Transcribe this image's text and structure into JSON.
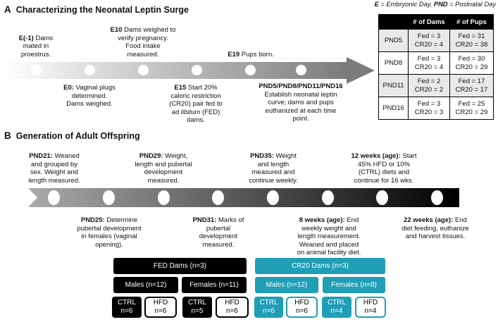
{
  "colors": {
    "teal": "#1F9EB5",
    "bar_a_start": "#FEFEFE",
    "bar_a_end": "#7B7B7B",
    "bar_b_start": "#ABABAB",
    "bar_b_end": "#000000"
  },
  "note": {
    "segments": [
      {
        "t": "E",
        "s": "bi"
      },
      {
        "t": " = Embryonic Day, ",
        "s": "i"
      },
      {
        "t": "PND",
        "s": "bi"
      },
      {
        "t": " = Postnatal Day",
        "s": "i"
      }
    ]
  },
  "panelA": {
    "letter": "A",
    "title": "Characterizing the Neonatal Leptin Surge",
    "above": [
      {
        "segments": [
          {
            "t": "E(-1)",
            "s": "b"
          },
          {
            "t": " Dams\nmated in\nproestrus.",
            "s": "n"
          }
        ]
      },
      {
        "segments": [
          {
            "t": "E10",
            "s": "b"
          },
          {
            "t": " Dams weighed to\nverify pregnancy.\nFood intake\nmeasured.",
            "s": "n"
          }
        ]
      },
      {
        "segments": [
          {
            "t": "E19",
            "s": "b"
          },
          {
            "t": " Pups born.",
            "s": "n"
          }
        ]
      }
    ],
    "below": [
      {
        "segments": [
          {
            "t": "E0:",
            "s": "b"
          },
          {
            "t": " Vaginal plugs\ndetermined.\nDams weighed.",
            "s": "n"
          }
        ]
      },
      {
        "segments": [
          {
            "t": "E15",
            "s": "b"
          },
          {
            "t": " Start 20%\ncaloric restriction\n(CR20) pair fed to\n",
            "s": "n"
          },
          {
            "t": "ad libitum",
            "s": "i"
          },
          {
            "t": " (FED)\ndams.",
            "s": "n"
          }
        ]
      },
      {
        "segments": [
          {
            "t": "PND5/PND8/PND11/PND16",
            "s": "b"
          },
          {
            "t": "\nEstablish neonatal leptin\ncurve; dams and pups\neuthanized at each time\npoint.",
            "s": "n"
          }
        ]
      }
    ]
  },
  "panelB": {
    "letter": "B",
    "title": "Generation of Adult Offspring",
    "above": [
      {
        "segments": [
          {
            "t": "PND21:",
            "s": "b"
          },
          {
            "t": " Weaned\nand grouped by\nsex. Weight and\nlength measured.",
            "s": "n"
          }
        ]
      },
      {
        "segments": [
          {
            "t": "PND29:",
            "s": "b"
          },
          {
            "t": " Weight,\nlength and pubertal\ndevelopment\nmeasured.",
            "s": "n"
          }
        ]
      },
      {
        "segments": [
          {
            "t": "PND35:",
            "s": "b"
          },
          {
            "t": " Weight\nand length\nmeasured and\ncontinue weekly.",
            "s": "n"
          }
        ]
      },
      {
        "segments": [
          {
            "t": "12 weeks (age):",
            "s": "b"
          },
          {
            "t": " Start\n45% HFD or 10%\n(CTRL) diets and\ncontinue for 16 wks.",
            "s": "n"
          }
        ]
      }
    ],
    "below": [
      {
        "segments": [
          {
            "t": "PND25:",
            "s": "b"
          },
          {
            "t": " Determine\npubertal development\nin females (vaginal\nopening).",
            "s": "n"
          }
        ]
      },
      {
        "segments": [
          {
            "t": "PND31:",
            "s": "b"
          },
          {
            "t": " Marks of\npubertal\ndevelopment\nmeasured.",
            "s": "n"
          }
        ]
      },
      {
        "segments": [
          {
            "t": "8 weeks (age):",
            "s": "b"
          },
          {
            "t": " End\nweekly weight and\nlength measurement.\nWeaned and placed\non animal facility diet.",
            "s": "n"
          }
        ]
      },
      {
        "segments": [
          {
            "t": "22 weeks (age):",
            "s": "b"
          },
          {
            "t": " End\ndiet feeding, euthanize\nand harvest tissues.",
            "s": "n"
          }
        ]
      }
    ]
  },
  "table": {
    "headers": [
      "",
      "# of Dams",
      "# of Pups"
    ],
    "rows": [
      {
        "label": "PND5",
        "dams": "Fed = 3\nCR20 = 4",
        "pups": "Fed = 31\nCR20 = 38"
      },
      {
        "label": "PND8",
        "dams": "Fed = 3\nCR20 = 4",
        "pups": "Fed = 30\nCR20 = 29"
      },
      {
        "label": "PND11",
        "dams": "Fed = 2\nCR20 = 2",
        "pups": "Fed = 17\nCR20 = 17"
      },
      {
        "label": "PND16",
        "dams": "Fed = 3\nCR20 = 3",
        "pups": "Fed = 25\nCR20 = 29"
      }
    ]
  },
  "flowchart": {
    "fed": {
      "dams": "FED Dams (n=3)",
      "males": "Males (n=12)",
      "females": "Females (n=11)",
      "groups": [
        "CTRL\nn=6",
        "HFD\nn=6",
        "CTRL\nn=5",
        "HFD\nn=6"
      ]
    },
    "cr20": {
      "dams": "CR20 Dams (n=3)",
      "males": "Males (n=12)",
      "females": "Females (n=8)",
      "groups": [
        "CTRL\nn=6",
        "HFD\nn=6",
        "CTRL\nn=4",
        "HFD\nn=4"
      ]
    }
  }
}
